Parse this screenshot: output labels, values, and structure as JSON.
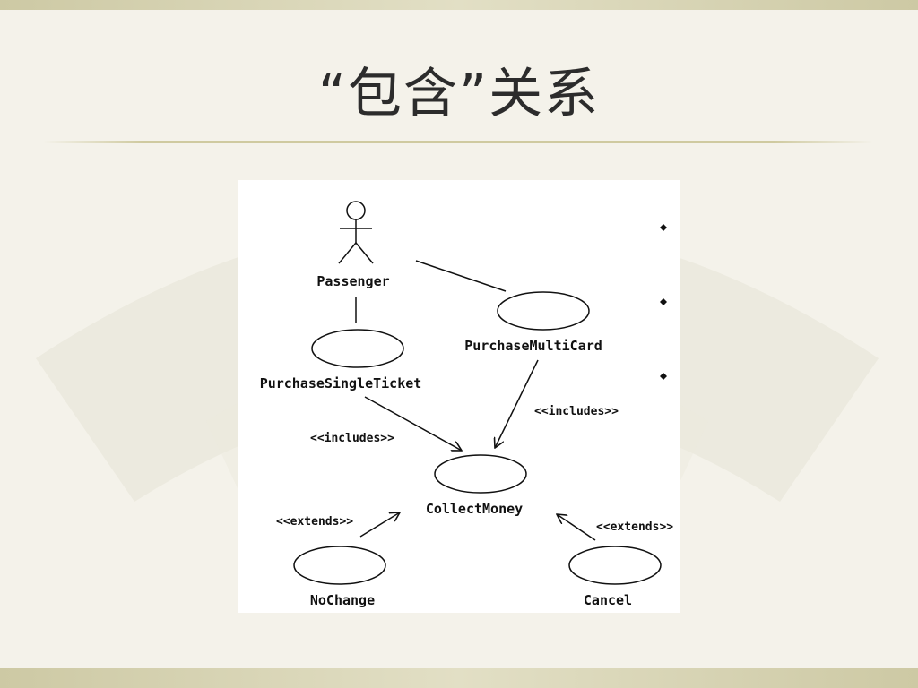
{
  "slide": {
    "title": "“包含”关系"
  },
  "diagram": {
    "actor": {
      "name": "Passenger"
    },
    "use_cases": {
      "purchase_single_ticket": "PurchaseSingleTicket",
      "purchase_multi_card": "PurchaseMultiCard",
      "collect_money": "CollectMoney",
      "no_change": "NoChange",
      "cancel": "Cancel"
    },
    "stereotypes": {
      "includes_left": "<<includes>>",
      "includes_right": "<<includes>>",
      "extends_left": "<<extends>>",
      "extends_right": "<<extends>>"
    },
    "bullets": [
      "",
      "",
      ""
    ]
  },
  "colors": {
    "band": "#cdc9a4",
    "background": "#f4f2ea",
    "title": "#2c2c2c",
    "ink": "#111111"
  }
}
